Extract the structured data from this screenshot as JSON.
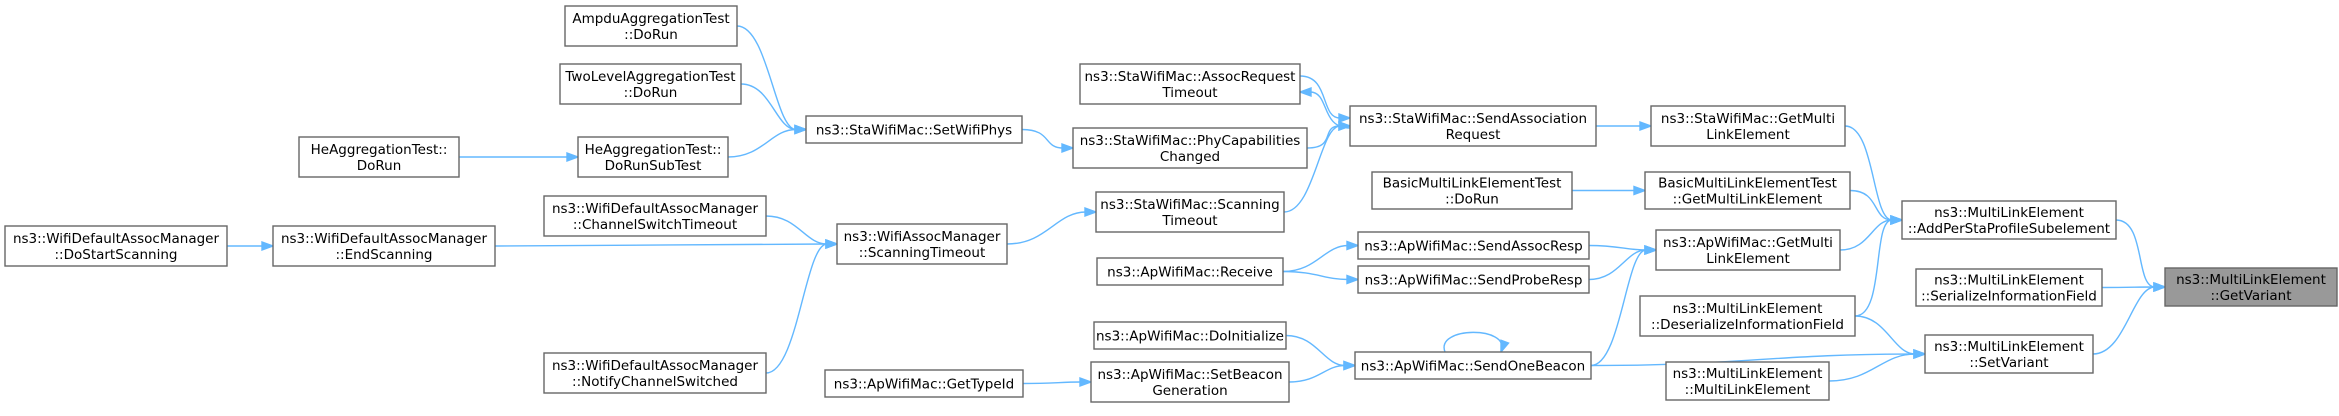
{
  "diagram": {
    "kind": "doxygen-caller-graph",
    "colors": {
      "edge": "#63b8ff",
      "node_border": "#666666",
      "root_fill": "#999999",
      "node_fill": "#ffffff"
    },
    "nodes": [
      {
        "id": "root",
        "lines": [
          "ns3::MultiLinkElement",
          "::GetVariant"
        ],
        "root": true
      },
      {
        "id": "addPer",
        "lines": [
          "ns3::MultiLinkElement",
          "::AddPerStaProfileSubelement"
        ]
      },
      {
        "id": "serialize",
        "lines": [
          "ns3::MultiLinkElement",
          "::SerializeInformationField"
        ]
      },
      {
        "id": "setVariant",
        "lines": [
          "ns3::MultiLinkElement",
          "::SetVariant"
        ]
      },
      {
        "id": "staGetMulti",
        "lines": [
          "ns3::StaWifiMac::GetMulti",
          "LinkElement"
        ]
      },
      {
        "id": "bmleGet",
        "lines": [
          "BasicMultiLinkElementTest",
          "::GetMultiLinkElement"
        ]
      },
      {
        "id": "apGetMulti",
        "lines": [
          "ns3::ApWifiMac::GetMulti",
          "LinkElement"
        ]
      },
      {
        "id": "deserialize",
        "lines": [
          "ns3::MultiLinkElement",
          "::DeserializeInformationField"
        ]
      },
      {
        "id": "mleCtor",
        "lines": [
          "ns3::MultiLinkElement",
          "::MultiLinkElement"
        ]
      },
      {
        "id": "bmleDoRun",
        "lines": [
          "BasicMultiLinkElementTest",
          "::DoRun"
        ]
      },
      {
        "id": "sendAssocReq",
        "lines": [
          "ns3::StaWifiMac::SendAssociation",
          "Request"
        ]
      },
      {
        "id": "sendAssocResp",
        "lines": [
          "ns3::ApWifiMac::SendAssocResp"
        ]
      },
      {
        "id": "sendProbeResp",
        "lines": [
          "ns3::ApWifiMac::SendProbeResp"
        ]
      },
      {
        "id": "sendOneBeacon",
        "lines": [
          "ns3::ApWifiMac::SendOneBeacon"
        ]
      },
      {
        "id": "assocReqTimeout",
        "lines": [
          "ns3::StaWifiMac::AssocRequest",
          "Timeout"
        ]
      },
      {
        "id": "phyCapChanged",
        "lines": [
          "ns3::StaWifiMac::PhyCapabilities",
          "Changed"
        ]
      },
      {
        "id": "scanningTimeoutSta",
        "lines": [
          "ns3::StaWifiMac::Scanning",
          "Timeout"
        ]
      },
      {
        "id": "apReceive",
        "lines": [
          "ns3::ApWifiMac::Receive"
        ]
      },
      {
        "id": "apDoInit",
        "lines": [
          "ns3::ApWifiMac::DoInitialize"
        ]
      },
      {
        "id": "setBeaconGen",
        "lines": [
          "ns3::ApWifiMac::SetBeacon",
          "Generation"
        ]
      },
      {
        "id": "getTypeId",
        "lines": [
          "ns3::ApWifiMac::GetTypeId"
        ]
      },
      {
        "id": "setWifiPhys",
        "lines": [
          "ns3::StaWifiMac::SetWifiPhys"
        ]
      },
      {
        "id": "wamScanTimeout",
        "lines": [
          "ns3::WifiAssocManager",
          "::ScanningTimeout"
        ]
      },
      {
        "id": "ampdu",
        "lines": [
          "AmpduAggregationTest",
          "::DoRun"
        ]
      },
      {
        "id": "twoLevel",
        "lines": [
          "TwoLevelAggregationTest",
          "::DoRun"
        ]
      },
      {
        "id": "heSub",
        "lines": [
          "HeAggregationTest::",
          "DoRunSubTest"
        ]
      },
      {
        "id": "heDoRun",
        "lines": [
          "HeAggregationTest::",
          "DoRun"
        ]
      },
      {
        "id": "wdamChanSwitch",
        "lines": [
          "ns3::WifiDefaultAssocManager",
          "::ChannelSwitchTimeout"
        ]
      },
      {
        "id": "wdamEndScan",
        "lines": [
          "ns3::WifiDefaultAssocManager",
          "::EndScanning"
        ]
      },
      {
        "id": "wdamNotify",
        "lines": [
          "ns3::WifiDefaultAssocManager",
          "::NotifyChannelSwitched"
        ]
      },
      {
        "id": "wdamDoStart",
        "lines": [
          "ns3::WifiDefaultAssocManager",
          "::DoStartScanning"
        ]
      }
    ],
    "edges": [
      {
        "from": "addPer",
        "to": "root"
      },
      {
        "from": "serialize",
        "to": "root"
      },
      {
        "from": "setVariant",
        "to": "root"
      },
      {
        "from": "staGetMulti",
        "to": "addPer"
      },
      {
        "from": "bmleGet",
        "to": "addPer"
      },
      {
        "from": "apGetMulti",
        "to": "addPer"
      },
      {
        "from": "deserialize",
        "to": "addPer"
      },
      {
        "from": "deserialize",
        "to": "setVariant"
      },
      {
        "from": "mleCtor",
        "to": "setVariant"
      },
      {
        "from": "sendOneBeacon",
        "to": "setVariant"
      },
      {
        "from": "sendAssocReq",
        "to": "staGetMulti"
      },
      {
        "from": "bmleDoRun",
        "to": "bmleGet"
      },
      {
        "from": "sendAssocResp",
        "to": "apGetMulti"
      },
      {
        "from": "sendProbeResp",
        "to": "apGetMulti"
      },
      {
        "from": "sendOneBeacon",
        "to": "apGetMulti"
      },
      {
        "from": "assocReqTimeout",
        "to": "sendAssocReq"
      },
      {
        "from": "sendAssocReq",
        "to": "assocReqTimeout"
      },
      {
        "from": "phyCapChanged",
        "to": "sendAssocReq"
      },
      {
        "from": "scanningTimeoutSta",
        "to": "sendAssocReq"
      },
      {
        "from": "apReceive",
        "to": "sendAssocResp"
      },
      {
        "from": "apReceive",
        "to": "sendProbeResp"
      },
      {
        "from": "sendOneBeacon",
        "to": "sendOneBeacon"
      },
      {
        "from": "apDoInit",
        "to": "sendOneBeacon"
      },
      {
        "from": "setBeaconGen",
        "to": "sendOneBeacon"
      },
      {
        "from": "getTypeId",
        "to": "setBeaconGen"
      },
      {
        "from": "setWifiPhys",
        "to": "phyCapChanged"
      },
      {
        "from": "wamScanTimeout",
        "to": "scanningTimeoutSta"
      },
      {
        "from": "ampdu",
        "to": "setWifiPhys"
      },
      {
        "from": "twoLevel",
        "to": "setWifiPhys"
      },
      {
        "from": "heSub",
        "to": "setWifiPhys"
      },
      {
        "from": "heDoRun",
        "to": "heSub"
      },
      {
        "from": "wdamChanSwitch",
        "to": "wamScanTimeout"
      },
      {
        "from": "wdamEndScan",
        "to": "wamScanTimeout"
      },
      {
        "from": "wdamNotify",
        "to": "wamScanTimeout"
      },
      {
        "from": "wdamDoStart",
        "to": "wdamEndScan"
      }
    ]
  }
}
